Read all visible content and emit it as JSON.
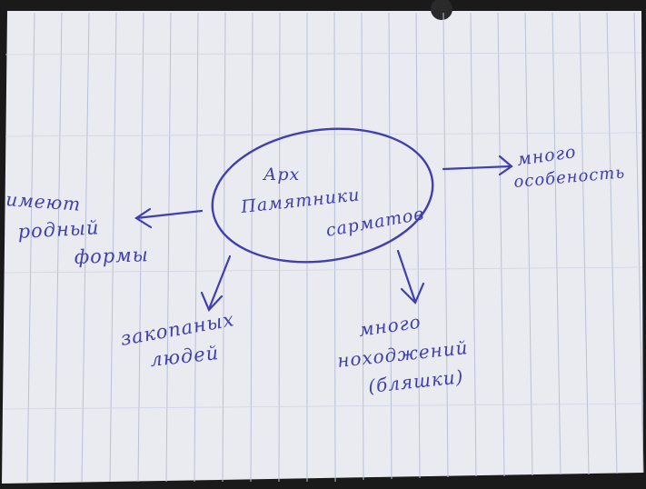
{
  "diagram": {
    "ink_color": "#3f3fb0",
    "paper_color": "#e9ebf0",
    "line_color": "#b9c0d9",
    "margin_line_color": "#d6a0a0",
    "center": {
      "line1": "Арх",
      "line2": "Памятники",
      "line3": "сарматов"
    },
    "branches": {
      "right": {
        "line1": "много",
        "line2": "особеность"
      },
      "left": {
        "line1": "имеют",
        "line2": "родный",
        "line3": "формы"
      },
      "bottom_left": {
        "line1": "закопаных",
        "line2": "людей"
      },
      "bottom_right": {
        "line1": "много",
        "line2": "ноходжений",
        "line3": "(бляшки)"
      }
    }
  }
}
